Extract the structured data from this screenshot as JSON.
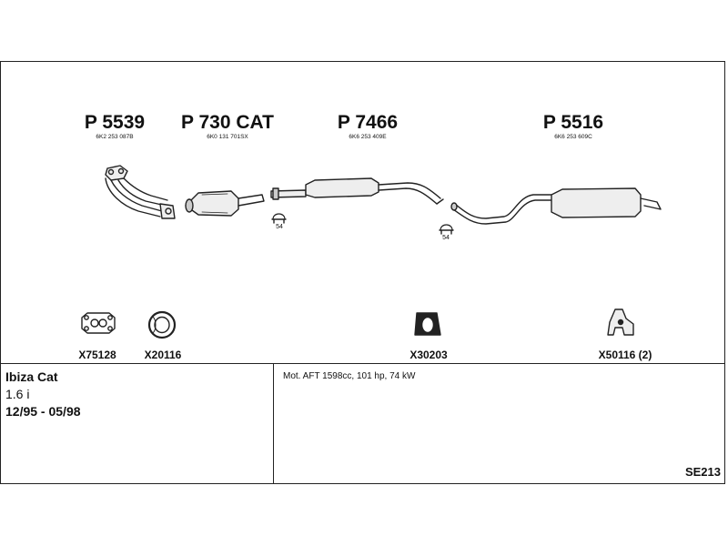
{
  "parts": [
    {
      "code": "P 5539",
      "oem": "6K2 253 087B",
      "icon": "exhaust-manifold-icon"
    },
    {
      "code": "P 730 CAT",
      "oem": "6K0 131 701SX",
      "icon": "catalytic-converter-icon"
    },
    {
      "code": "P 7466",
      "oem": "6K6 253 409E",
      "icon": "middle-silencer-icon"
    },
    {
      "code": "P 5516",
      "oem": "6K6 253 609C",
      "icon": "rear-silencer-icon"
    }
  ],
  "clamps": [
    {
      "number": "54",
      "icon": "clamp-icon"
    },
    {
      "number": "54",
      "icon": "clamp-icon"
    }
  ],
  "accessories": [
    {
      "code": "X75128",
      "icon": "flange-gasket-icon"
    },
    {
      "code": "X20116",
      "icon": "sealing-ring-icon"
    },
    {
      "code": "X30203",
      "icon": "rubber-mount-icon"
    },
    {
      "code": "X50116 (2)",
      "icon": "hanger-icon"
    }
  ],
  "vehicle": {
    "model": "Ibiza Cat",
    "engine": "1.6 i",
    "years": "12/95 - 05/98"
  },
  "spec": "Mot. AFT 1598cc, 101 hp, 74 kW",
  "diagram_number": "SE213"
}
